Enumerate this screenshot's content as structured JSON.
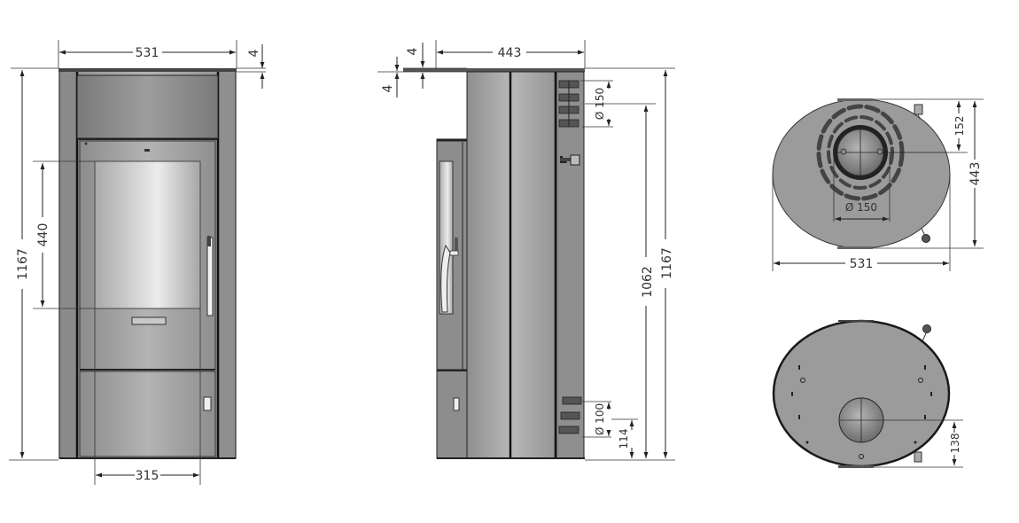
{
  "drawing": {
    "units": "mm",
    "views": {
      "front": {
        "width_label": "531",
        "top_plate_label": "4",
        "height_label": "1167",
        "window_height_label": "440",
        "door_width_label": "315"
      },
      "side": {
        "depth_label": "443",
        "top_plate_label_a": "4",
        "top_plate_label_b": "4",
        "flue_diameter_label": "Ø 150",
        "flue_height_label": "1062",
        "height_label": "1167",
        "air_inlet_diameter_label": "Ø 100",
        "air_inlet_height_label": "114"
      },
      "top": {
        "flue_diameter_label": "Ø 150",
        "flue_offset_label": "152",
        "depth_label": "443",
        "width_label": "531"
      },
      "bottom": {
        "air_inlet_offset_label": "138"
      }
    },
    "colors": {
      "body": "#9a9a9a",
      "body_dark": "#7d7d7d",
      "glass_light": "#e6e6e6",
      "glass_dark": "#a8a8a8",
      "line": "#1a1a1a",
      "slot": "#555555"
    }
  }
}
